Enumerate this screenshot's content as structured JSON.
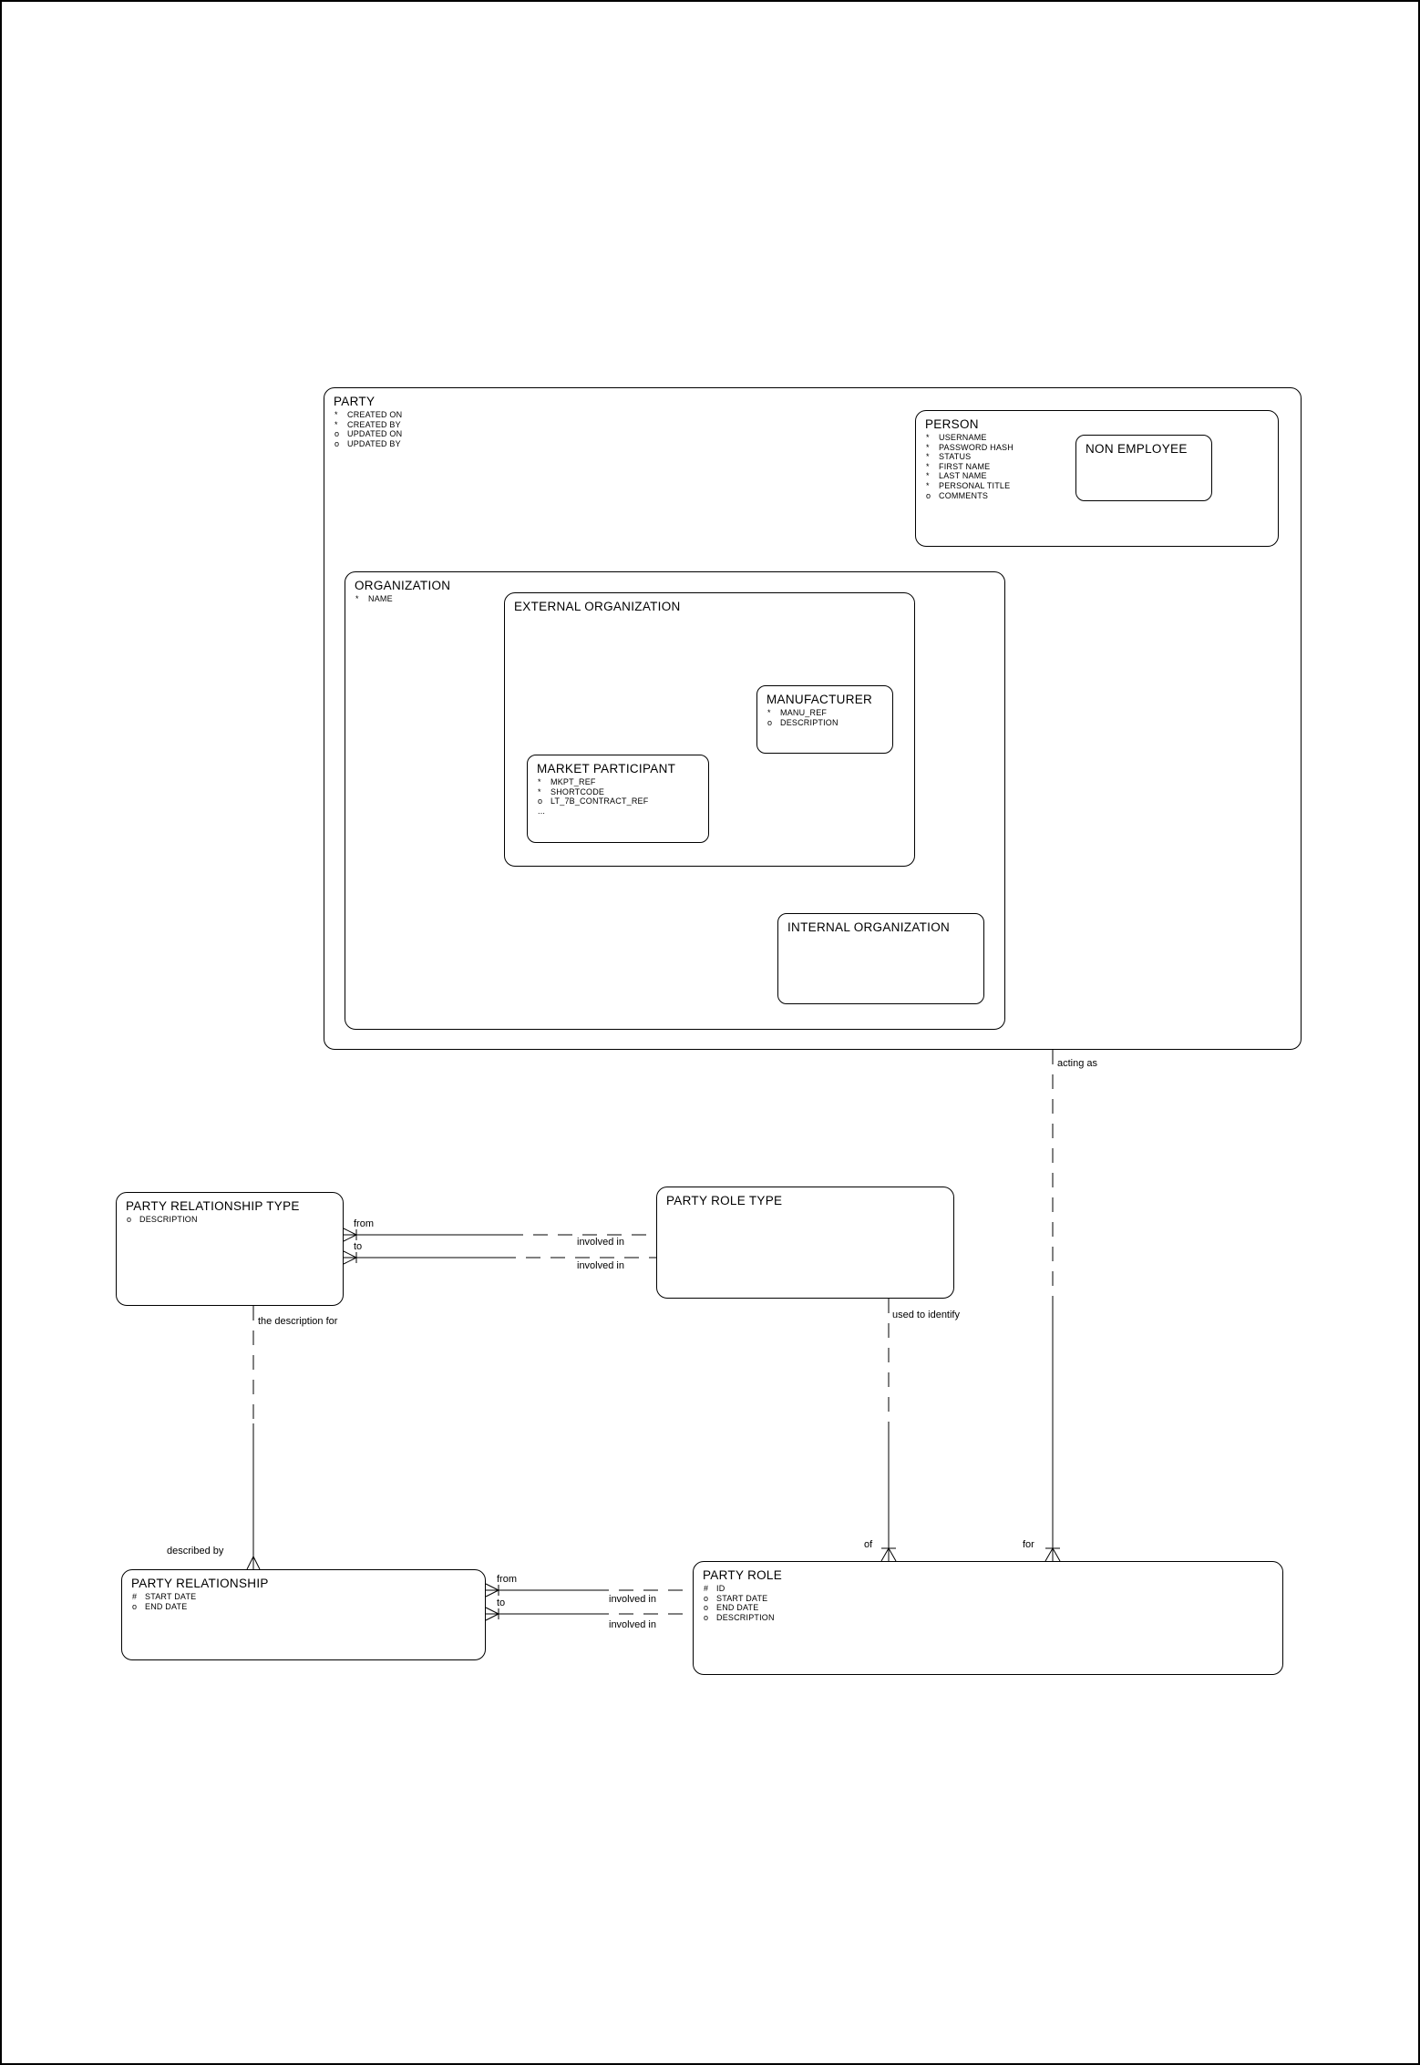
{
  "page": {
    "background": "#ffffff",
    "line_color": "#000000"
  },
  "entities": {
    "party": {
      "title": "PARTY",
      "attributes": [
        {
          "flag": "*",
          "name": "CREATED ON"
        },
        {
          "flag": "*",
          "name": "CREATED BY"
        },
        {
          "flag": "o",
          "name": "UPDATED ON"
        },
        {
          "flag": "o",
          "name": "UPDATED BY"
        }
      ]
    },
    "person": {
      "title": "PERSON",
      "attributes": [
        {
          "flag": "*",
          "name": "USERNAME"
        },
        {
          "flag": "*",
          "name": "PASSWORD HASH"
        },
        {
          "flag": "*",
          "name": "STATUS"
        },
        {
          "flag": "*",
          "name": "FIRST NAME"
        },
        {
          "flag": "*",
          "name": "LAST NAME"
        },
        {
          "flag": "*",
          "name": "PERSONAL TITLE"
        },
        {
          "flag": "o",
          "name": "COMMENTS"
        }
      ]
    },
    "non_employee": {
      "title": "NON EMPLOYEE",
      "attributes": []
    },
    "organization": {
      "title": "ORGANIZATION",
      "attributes": [
        {
          "flag": "*",
          "name": "NAME"
        }
      ]
    },
    "external_organization": {
      "title": "EXTERNAL ORGANIZATION",
      "attributes": []
    },
    "manufacturer": {
      "title": "MANUFACTURER",
      "attributes": [
        {
          "flag": "*",
          "name": "MANU_REF"
        },
        {
          "flag": "o",
          "name": "DESCRIPTION"
        }
      ]
    },
    "market_participant": {
      "title": "MARKET PARTICIPANT",
      "attributes": [
        {
          "flag": "*",
          "name": "MKPT_REF"
        },
        {
          "flag": "*",
          "name": "SHORTCODE"
        },
        {
          "flag": "o",
          "name": "LT_7B_CONTRACT_REF"
        },
        {
          "flag": "...",
          "name": ""
        }
      ]
    },
    "internal_organization": {
      "title": "INTERNAL ORGANIZATION",
      "attributes": []
    },
    "party_relationship_type": {
      "title": "PARTY RELATIONSHIP TYPE",
      "attributes": [
        {
          "flag": "o",
          "name": "DESCRIPTION"
        }
      ]
    },
    "party_role_type": {
      "title": "PARTY ROLE TYPE",
      "attributes": []
    },
    "party_relationship": {
      "title": "PARTY RELATIONSHIP",
      "attributes": [
        {
          "flag": "#",
          "name": "START DATE"
        },
        {
          "flag": "o",
          "name": "END DATE"
        }
      ]
    },
    "party_role": {
      "title": "PARTY ROLE",
      "attributes": [
        {
          "flag": "#",
          "name": "ID"
        },
        {
          "flag": "o",
          "name": "START DATE"
        },
        {
          "flag": "o",
          "name": "END DATE"
        },
        {
          "flag": "o",
          "name": "DESCRIPTION"
        }
      ]
    }
  },
  "relationships": {
    "acting_as": {
      "near": "acting as",
      "far": "for"
    },
    "used_to_identify": {
      "near": "used to identify",
      "far": "of"
    },
    "description_for": {
      "near": "the description for",
      "far": "described by"
    },
    "type_from": {
      "near": "from",
      "far": "involved in"
    },
    "type_to": {
      "near": "to",
      "far": "involved in"
    },
    "rel_from": {
      "near": "from",
      "far": "involved in"
    },
    "rel_to": {
      "near": "to",
      "far": "involved in"
    }
  }
}
